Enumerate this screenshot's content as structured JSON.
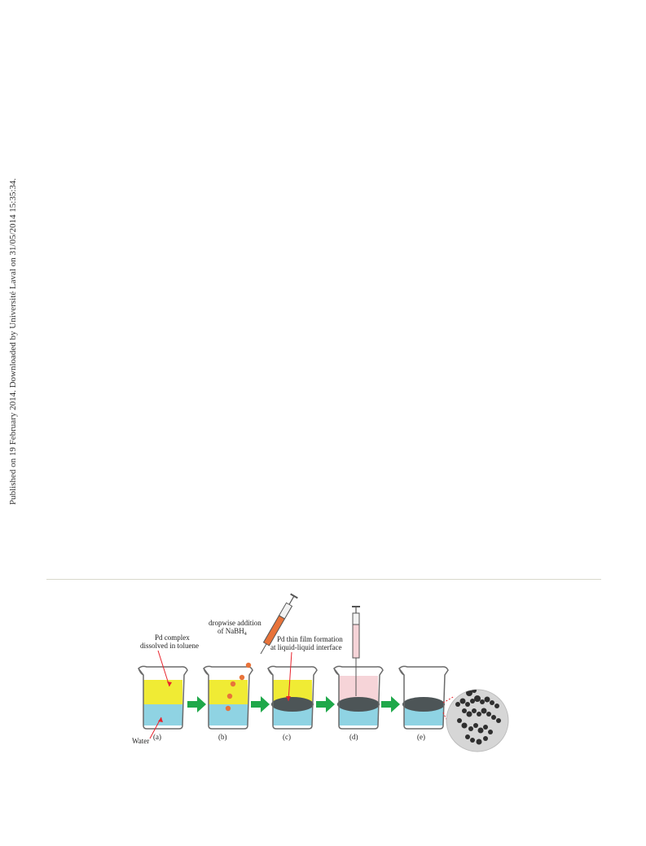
{
  "side_note": "Published on 19 February 2014. Downloaded by Université Laval on 31/05/2014 15:35:34.",
  "figure": {
    "label_pd_complex_1": "Pd complex",
    "label_pd_complex_2": "dissolved in toluene",
    "label_water": "Water",
    "label_dropwise_1": "dropwise addition",
    "label_dropwise_2": "of NaBH",
    "label_dropwise_sub": "4",
    "label_film_1": "Pd thin film formation",
    "label_film_2": "at liquid-liquid interface",
    "panels": [
      "(a)",
      "(b)",
      "(c)",
      "(d)",
      "(e)"
    ],
    "colors": {
      "toluene": "#f0eb34",
      "water": "#8fd3e3",
      "film": "#4d5557",
      "drops": "#e8733a",
      "arrow": "#1fa84a",
      "pink": "#f6d4d8",
      "pointer": "#e8232c"
    }
  }
}
